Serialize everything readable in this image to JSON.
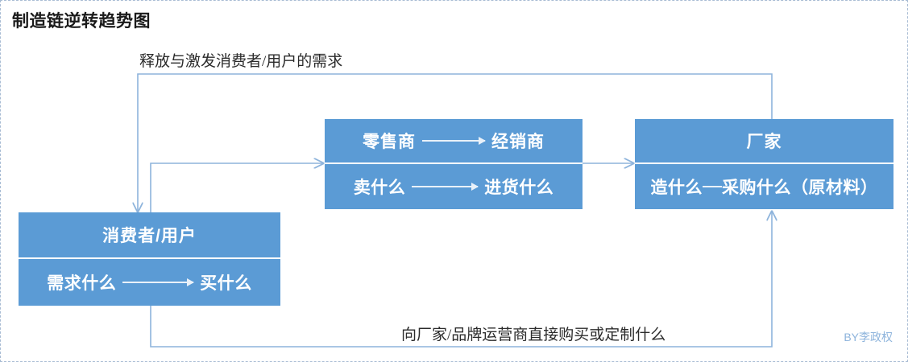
{
  "diagram": {
    "title": "制造链逆转趋势图",
    "signature": "BY李政权",
    "accent_color": "#5b9bd5",
    "wire_color": "#8eb4dc",
    "text_color": "#2b2b2b",
    "canvas_border": "#a8bcd4"
  },
  "labels": {
    "top": "释放与激发消费者/用户的需求",
    "bottom": "向厂家/品牌运营商直接购买或定制什么"
  },
  "nodes": {
    "retailer": {
      "head_left": "零售商",
      "head_right": "经销商",
      "body_left": "卖什么",
      "body_right": "进货什么"
    },
    "maker": {
      "head": "厂家",
      "body_left": "造什么",
      "body_right": "采购什么（原材料）"
    },
    "consumer": {
      "head": "消费者/用户",
      "body_left": "需求什么",
      "body_right": "买什么"
    }
  }
}
